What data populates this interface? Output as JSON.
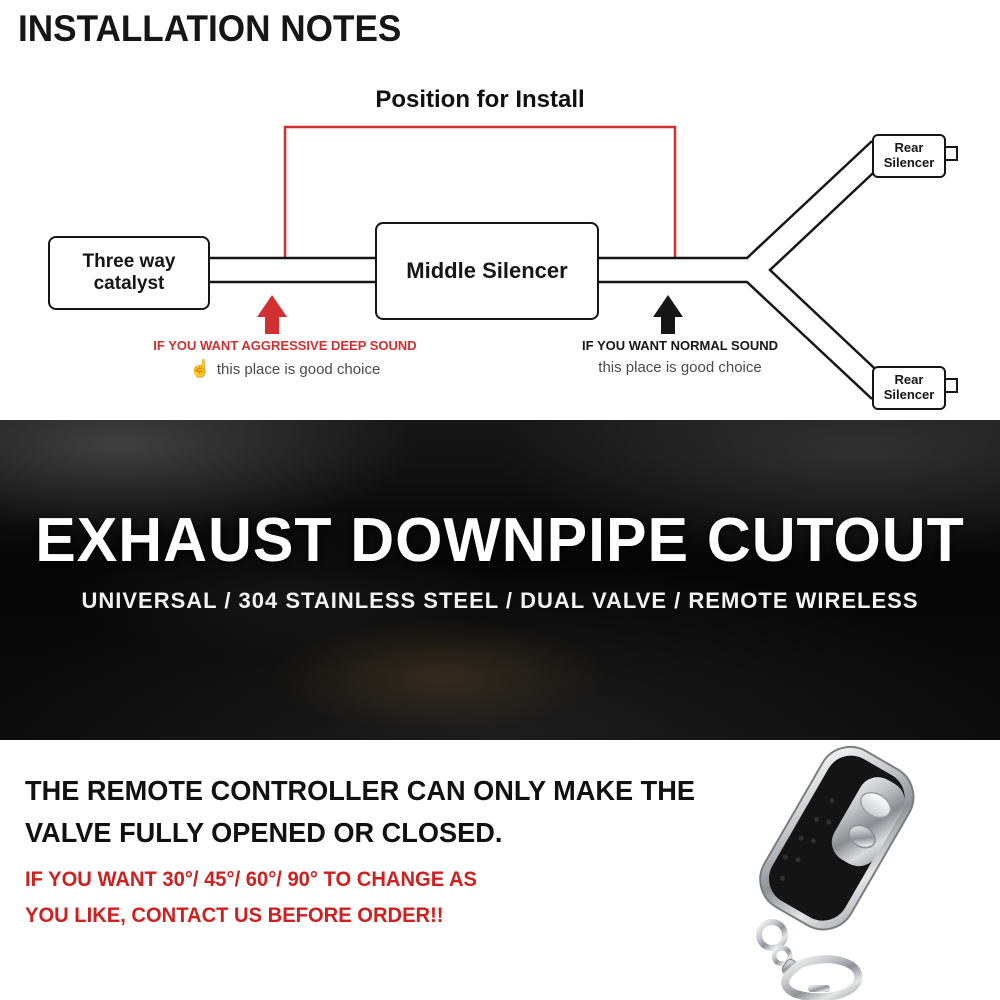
{
  "header": {
    "title": "INSTALLATION NOTES"
  },
  "diagram": {
    "position_label": "Position for Install",
    "catalyst_line1": "Three way",
    "catalyst_line2": "catalyst",
    "middle_silencer": "Middle Silencer",
    "rear_silencer_top_line1": "Rear",
    "rear_silencer_top_line2": "Silencer",
    "rear_silencer_bottom_line1": "Rear",
    "rear_silencer_bottom_line2": "Silencer",
    "aggressive_title": "IF YOU WANT AGGRESSIVE DEEP SOUND",
    "aggressive_note": "this place is good choice",
    "normal_title": "IF YOU WANT NORMAL SOUND",
    "normal_note": "this place is good choice",
    "hand_icon_glyph": "☝",
    "accent_red": "#d23030",
    "line_black": "#161616"
  },
  "banner": {
    "title": "EXHAUST DOWNPIPE CUTOUT",
    "subtitle": "UNIVERSAL / 304 STAINLESS STEEL / DUAL VALVE / REMOTE WIRELESS"
  },
  "footer": {
    "statement_line1": "THE REMOTE CONTROLLER CAN ONLY MAKE THE",
    "statement_line2": "VALVE FULLY OPENED OR CLOSED.",
    "warning_line1": "IF YOU WANT 30°/ 45°/ 60°/ 90° TO CHANGE AS",
    "warning_line2": "YOU LIKE, CONTACT US BEFORE ORDER!!",
    "warning_color": "#cf2020"
  }
}
